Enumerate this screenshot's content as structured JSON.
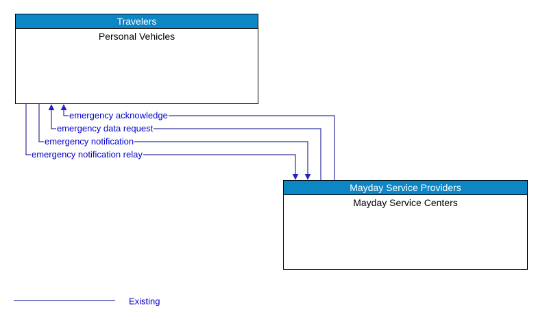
{
  "diagram": {
    "type": "context-diagram",
    "boxes": [
      {
        "header": "Travelers",
        "label": "Personal Vehicles"
      },
      {
        "header": "Mayday Service Providers",
        "label": "Mayday Service Centers"
      }
    ],
    "flows": [
      {
        "label": "emergency acknowledge",
        "from": "Mayday Service Centers",
        "to": "Personal Vehicles",
        "status": "existing"
      },
      {
        "label": "emergency data request",
        "from": "Mayday Service Centers",
        "to": "Personal Vehicles",
        "status": "existing"
      },
      {
        "label": "emergency notification",
        "from": "Personal Vehicles",
        "to": "Mayday Service Centers",
        "status": "existing"
      },
      {
        "label": "emergency notification relay",
        "from": "Personal Vehicles",
        "to": "Mayday Service Centers",
        "status": "existing"
      }
    ],
    "legend": {
      "line_label": "Existing"
    },
    "colors": {
      "header_bg": "#0d86c6",
      "header_text": "#ffffff",
      "box_border": "#000000",
      "connector_line": "#000085",
      "arrowhead": "#2222cc",
      "flow_label_text": "#0000cc",
      "body_text": "#000000",
      "background": "#ffffff"
    }
  }
}
